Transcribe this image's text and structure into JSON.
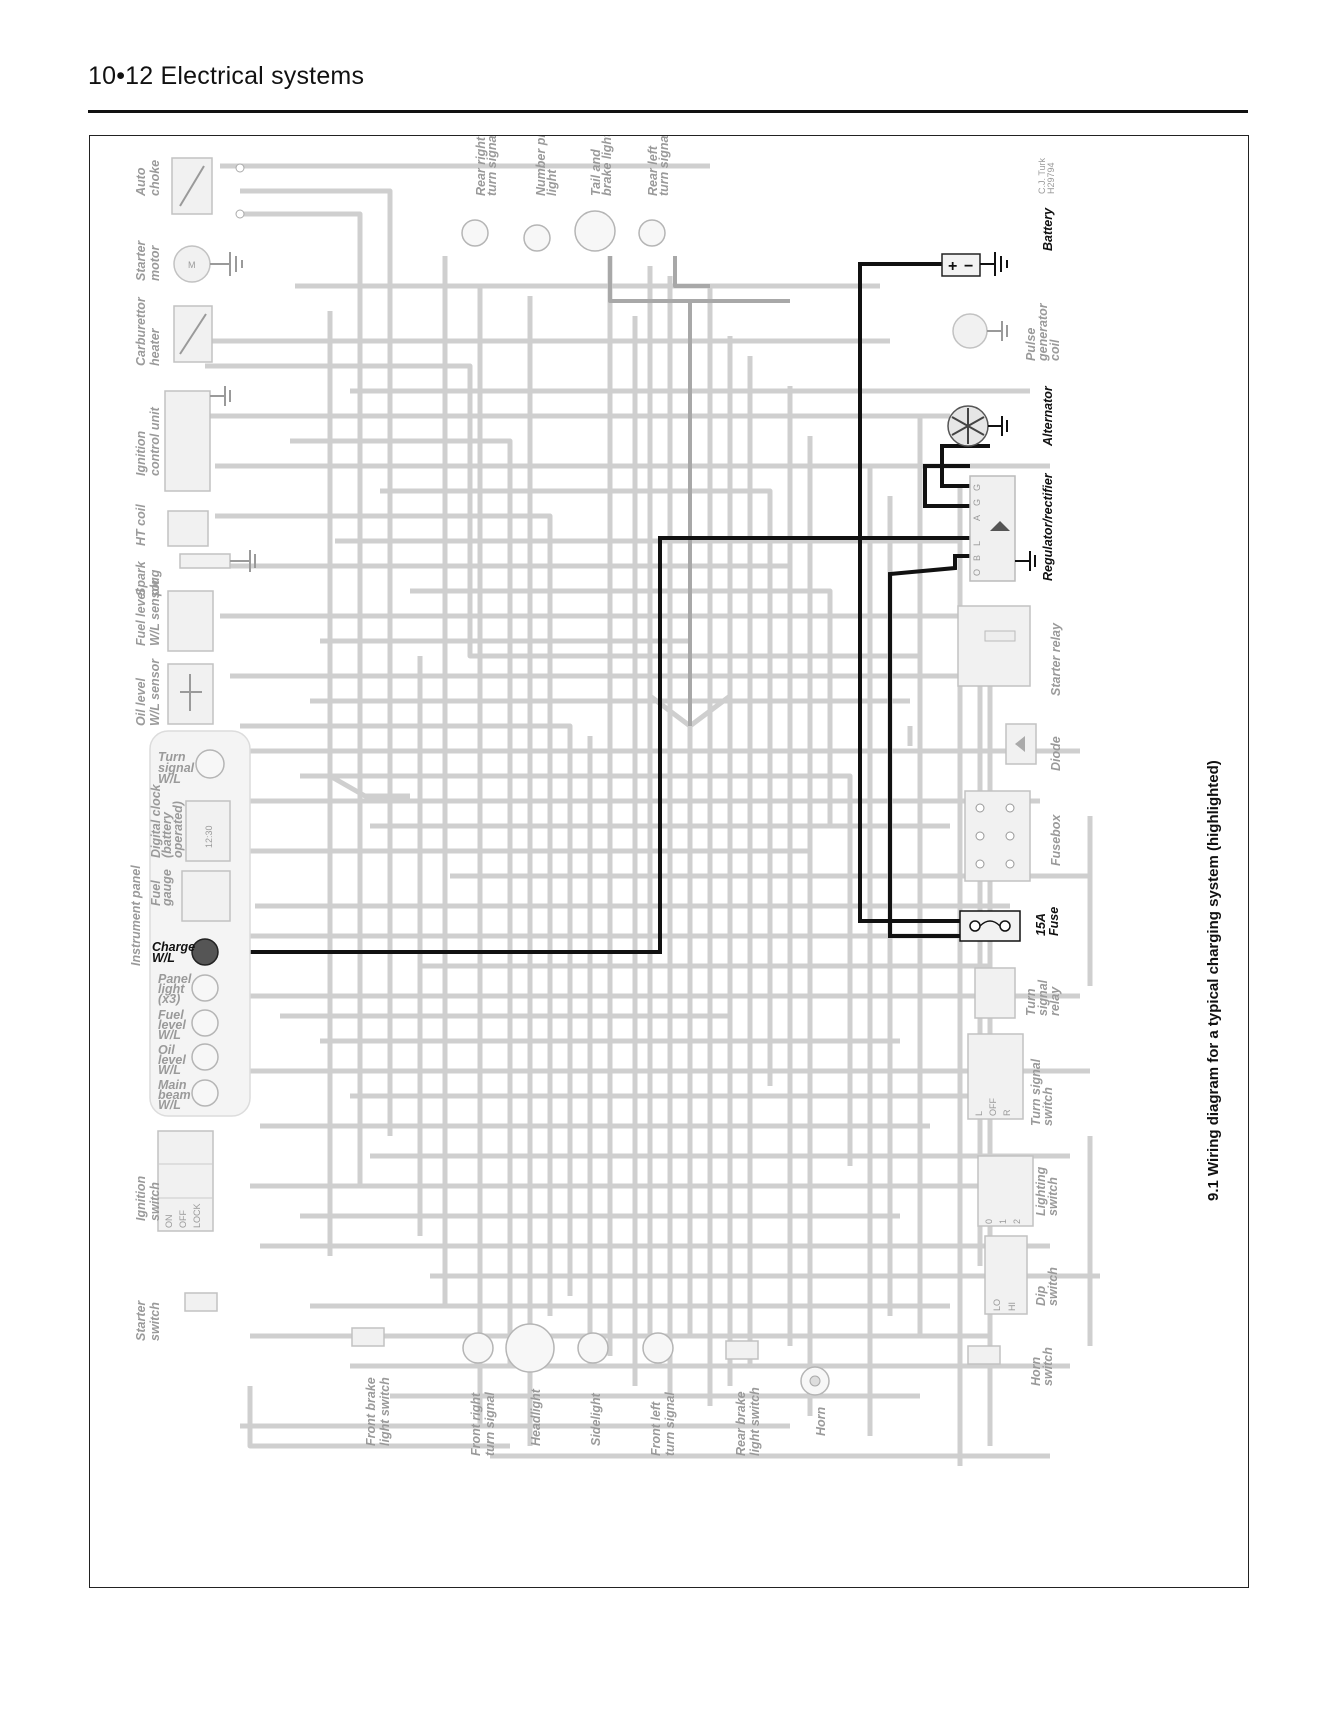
{
  "header": {
    "text": "10•12  Electrical systems"
  },
  "caption": "9.1 Wiring diagram for a typical charging system (highlighted)",
  "credit": [
    "C.J. Turk",
    "H29794"
  ],
  "components": {
    "auto_choke": [
      "Auto",
      "choke"
    ],
    "starter_motor": [
      "Starter",
      "motor"
    ],
    "carburettor_heater": [
      "Carburettor",
      "heater"
    ],
    "ignition_control_unit": [
      "Ignition",
      "control unit"
    ],
    "ht_coil": "HT coil",
    "spark_plug": [
      "Spark",
      "plug"
    ],
    "fuel_level_sensor": [
      "Fuel level",
      "W/L sensor"
    ],
    "oil_level_sensor": [
      "Oil level",
      "W/L sensor"
    ],
    "instrument_panel": "Instrument panel",
    "turn_signal_wl": [
      "Turn",
      "signal",
      "W/L"
    ],
    "digital_clock": [
      "Digital clock",
      "(battery",
      "operated)"
    ],
    "clock_display": "12:30",
    "fuel_gauge": [
      "Fuel",
      "gauge"
    ],
    "charge_wl": [
      "Charge",
      "W/L"
    ],
    "panel_light": [
      "Panel",
      "light",
      "(x3)"
    ],
    "fuel_level_wl": [
      "Fuel",
      "level",
      "W/L"
    ],
    "oil_level_wl": [
      "Oil",
      "level",
      "W/L"
    ],
    "main_beam_wl": [
      "Main",
      "beam",
      "W/L"
    ],
    "ignition_switch": [
      "Ignition",
      "switch"
    ],
    "ignition_positions": [
      "ON",
      "OFF",
      "LOCK"
    ],
    "starter_switch": [
      "Starter",
      "switch"
    ],
    "front_brake_switch": [
      "Front brake",
      "light switch"
    ],
    "front_right_turn": [
      "Front right",
      "turn signal"
    ],
    "headlight": "Headlight",
    "sidelight": "Sidelight",
    "front_left_turn": [
      "Front left",
      "turn signal"
    ],
    "rear_brake_switch": [
      "Rear brake",
      "light switch"
    ],
    "horn": "Horn",
    "rear_right_turn": [
      "Rear right",
      "turn signal"
    ],
    "number_plate_light": [
      "Number plate",
      "light"
    ],
    "tail_brake_light": [
      "Tail and",
      "brake light"
    ],
    "rear_left_turn": [
      "Rear left",
      "turn signal"
    ],
    "battery": "Battery",
    "pulse_generator": [
      "Pulse",
      "generator",
      "coil"
    ],
    "alternator": "Alternator",
    "regulator": "Regulator/rectifier",
    "regulator_pins": [
      "O",
      "B",
      "L",
      "A",
      "G",
      "G"
    ],
    "starter_relay": "Starter relay",
    "diode": "Diode",
    "fusebox": "Fusebox",
    "main_fuse": [
      "15A",
      "Fuse"
    ],
    "turn_signal_relay": [
      "Turn",
      "signal",
      "relay"
    ],
    "turn_signal_switch": [
      "Turn signal",
      "switch"
    ],
    "turn_switch_positions": [
      "L",
      "OFF",
      "R"
    ],
    "lighting_switch": [
      "Lighting",
      "switch"
    ],
    "lighting_positions": [
      "0",
      "1",
      "2"
    ],
    "dip_switch": [
      "Dip",
      "switch"
    ],
    "dip_positions": [
      "LO",
      "HI"
    ],
    "horn_switch": [
      "Horn",
      "switch"
    ]
  }
}
